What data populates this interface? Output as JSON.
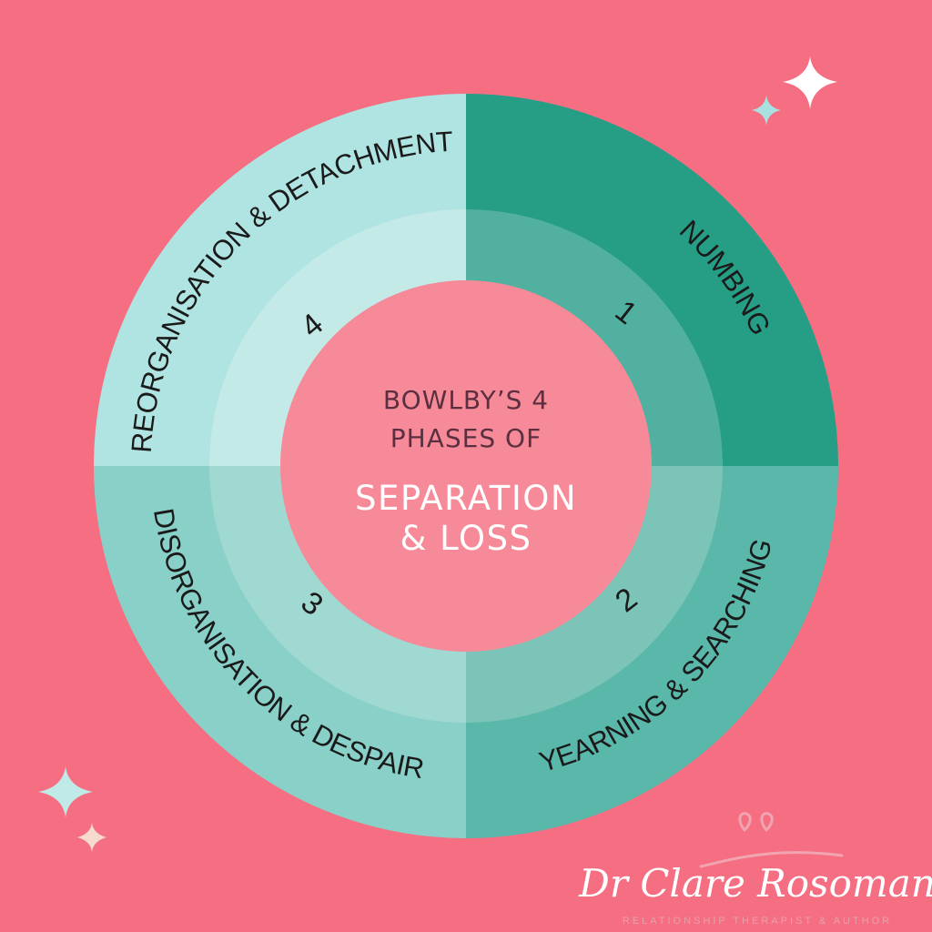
{
  "colors": {
    "background": "#f56e82",
    "center": "#f78a98",
    "phase1_outer": "#269e86",
    "phase1_inner": "#52b0a0",
    "phase2_outer": "#5ab8aa",
    "phase2_inner": "#7dc4b8",
    "phase3_outer": "#89d0c8",
    "phase3_inner": "#a0d8d2",
    "phase4_outer": "#b0e4e2",
    "phase4_inner": "#c4eae8"
  },
  "center": {
    "line1": "BOWLBY’S 4",
    "line2": "PHASES OF",
    "line3": "SEPARATION",
    "line4": "& LOSS"
  },
  "phases": [
    {
      "number": "1",
      "label": "NUMBING"
    },
    {
      "number": "2",
      "label": "YEARNING & SEARCHING"
    },
    {
      "number": "3",
      "label": "DISORGANISATION & DESPAIR"
    },
    {
      "number": "4",
      "label": "REORGANISATION & DETACHMENT"
    }
  ],
  "branding": {
    "name": "Dr Clare Rosoman",
    "tagline": "RELATIONSHIP THERAPIST & AUTHOR",
    "logo_icon": "double-heart-icon"
  },
  "decorations": [
    "sparkle-icon"
  ]
}
